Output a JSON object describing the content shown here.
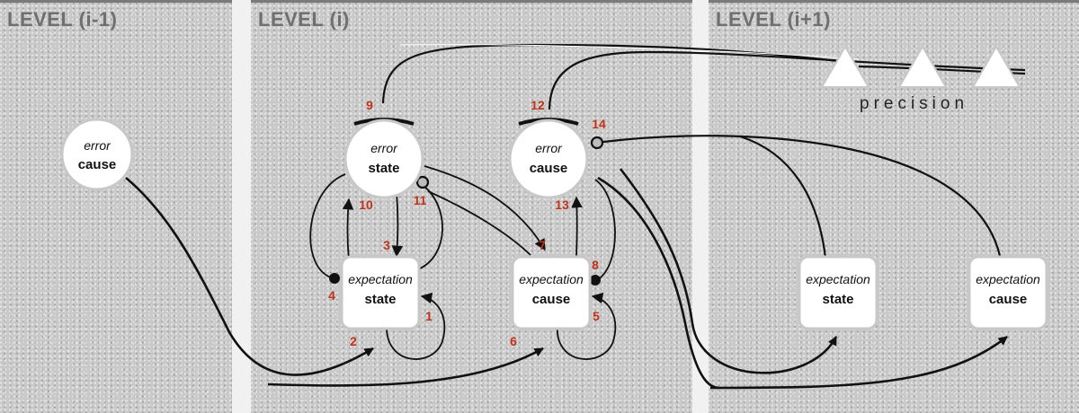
{
  "panels": [
    {
      "title": "LEVEL (i-1)"
    },
    {
      "title": "LEVEL (i)"
    },
    {
      "title": "LEVEL (i+1)"
    }
  ],
  "nodes": {
    "error_cause_left": {
      "line1": "error",
      "line2": "cause"
    },
    "error_state": {
      "line1": "error",
      "line2": "state"
    },
    "error_cause": {
      "line1": "error",
      "line2": "cause"
    },
    "expectation_state": {
      "line1": "expectation",
      "line2": "state"
    },
    "expectation_cause": {
      "line1": "expectation",
      "line2": "cause"
    },
    "expectation_state_next": {
      "line1": "expectation",
      "line2": "state"
    },
    "expectation_cause_next": {
      "line1": "expectation",
      "line2": "cause"
    }
  },
  "numbers": [
    "1",
    "2",
    "3",
    "4",
    "5",
    "6",
    "7",
    "8",
    "9",
    "10",
    "11",
    "12",
    "13",
    "14"
  ],
  "precision_label": "precision",
  "colors": {
    "number": "#c0321a",
    "panel": "#c9c9c9",
    "node_border": "#c8c8c8"
  }
}
